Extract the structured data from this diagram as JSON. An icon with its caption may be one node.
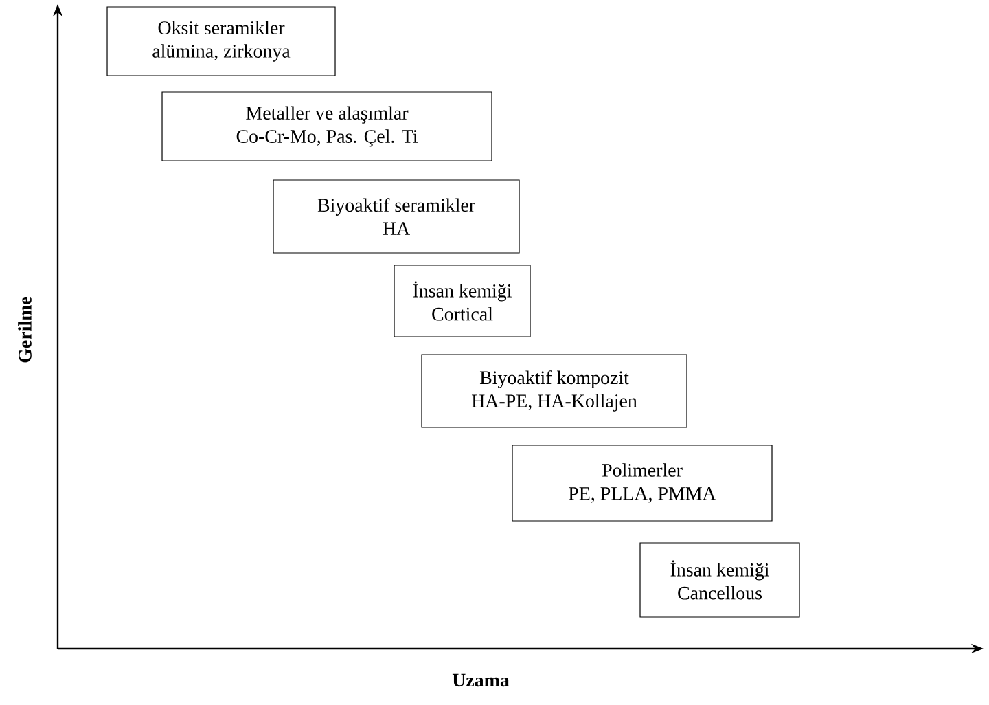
{
  "diagram": {
    "nodes": [
      {
        "text": [
          "Oksit seramikler",
          "alümina, zirkonya"
        ]
      },
      {
        "text": [
          "Metaller ve alaşımlar",
          "Co-Cr-Mo, Pas. Çel. Ti"
        ]
      },
      {
        "text": [
          "Biyoaktif seramikler",
          "HA"
        ]
      },
      {
        "text": [
          "İnsan kemiği",
          "Cortical"
        ]
      },
      {
        "text": [
          "Biyoaktif kompozit",
          "HA-PE, HA-Kollajen"
        ]
      },
      {
        "text": [
          "Polimerler",
          "PE, PLLA, PMMA"
        ]
      },
      {
        "text": [
          "İnsan kemiği",
          "Cancellous"
        ]
      }
    ],
    "labels": [
      "Gerilme",
      "Uzama"
    ]
  }
}
